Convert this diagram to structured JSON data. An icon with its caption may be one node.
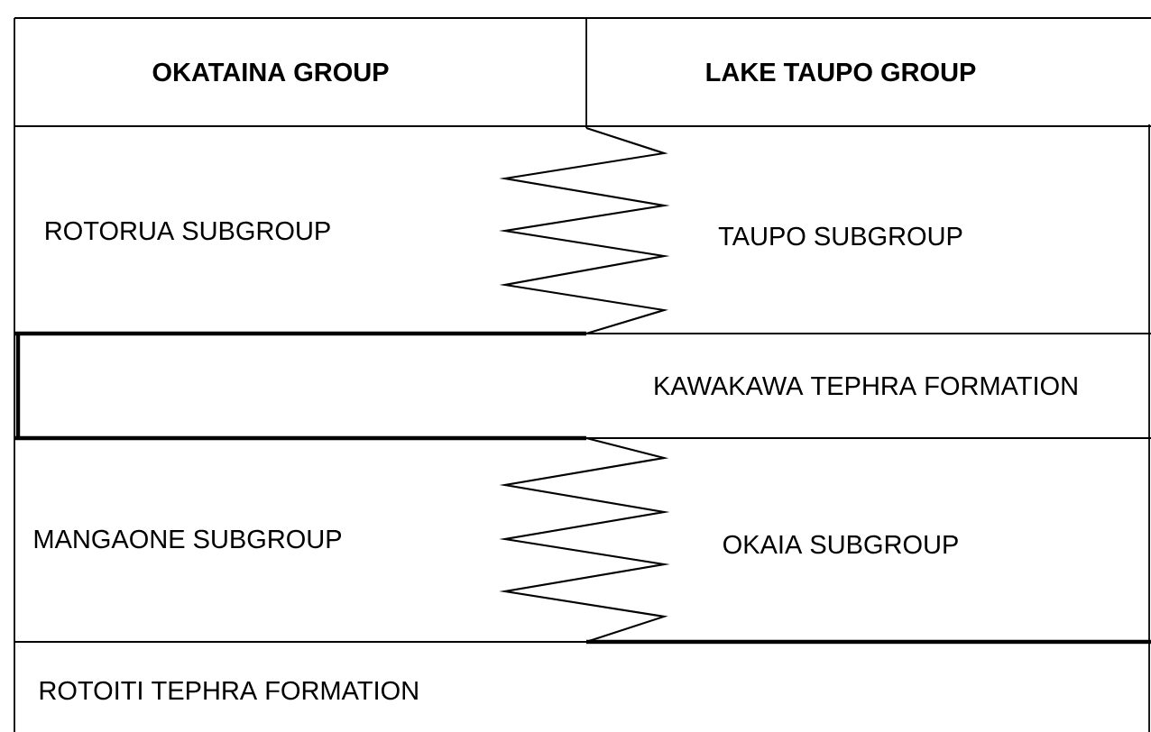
{
  "diagram": {
    "nodes": [
      {
        "text": [
          "OKATAINA GROUP"
        ]
      },
      {
        "text": [
          "LAKE TAUPO GROUP"
        ]
      },
      {
        "text": [
          "ROTORUA SUBGROUP"
        ]
      },
      {
        "text": [
          "TAUPO SUBGROUP"
        ]
      },
      {
        "text": [
          "KAWAKAWA TEPHRA FORMATION"
        ]
      },
      {
        "text": [
          "MANGAONE SUBGROUP"
        ]
      },
      {
        "text": [
          "OKAIA SUBGROUP"
        ]
      },
      {
        "text": [
          "ROTOITI TEPHRA FORMATION"
        ]
      }
    ]
  }
}
